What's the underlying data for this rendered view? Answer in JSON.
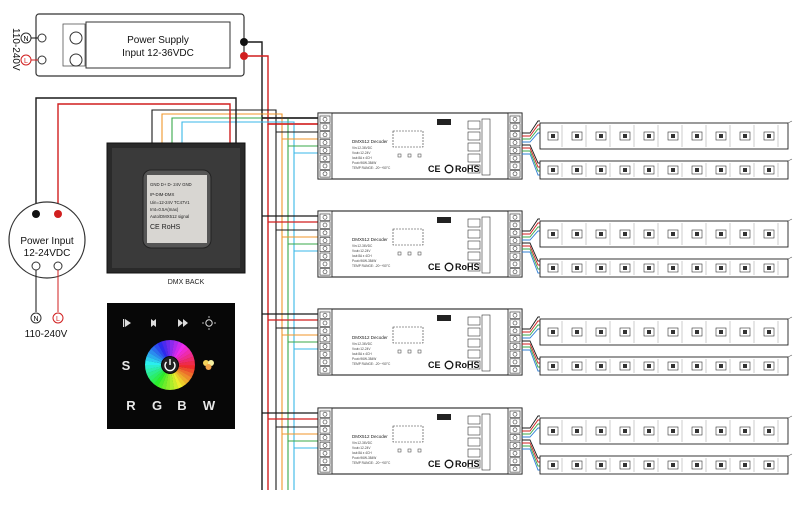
{
  "power_supply": {
    "title": "Power Supply",
    "subtitle": "Input 12-36VDC",
    "voltage": "110-240V",
    "n_symbol": "N",
    "l_symbol": "L"
  },
  "power_input": {
    "title": "Power Input",
    "subtitle": "12-24VDC",
    "voltage": "110-240V",
    "n_symbol": "N",
    "l_symbol": "L"
  },
  "dmx_back": {
    "caption": "DMX BACK",
    "label_lines": [
      "GND D+ D- 24V GND",
      "IP-DIM-DMX",
      "Uin=12-24V    TC47V1",
      "Imt=0.5A(max)",
      "Auto/DMX512   signal"
    ],
    "cert": "CE RoHS"
  },
  "touch_panel": {
    "letters": [
      "S",
      "R",
      "G",
      "B",
      "W"
    ],
    "icons": [
      "play-icon",
      "rewind-icon",
      "forward-icon",
      "brightness-icon",
      "power-icon",
      "color-mix-icon"
    ]
  },
  "decoder": {
    "model": "DMX512 Decoder",
    "cert_ce": "CE",
    "cert_rohs": "RoHS",
    "count": 4,
    "spec_lines": [
      "Vin:12-36VDC",
      "Vout=12-24V",
      "Iout:8A x 4CH",
      "Pout=96W-384W",
      "TEMP RANGE: -20~+50°C"
    ]
  },
  "colors": {
    "red": "#d11f1f",
    "black": "#1a1a1a",
    "orange": "#f0962a",
    "green": "#3aa84a",
    "blue": "#2f7fd6",
    "light_blue": "#39b7e8"
  }
}
